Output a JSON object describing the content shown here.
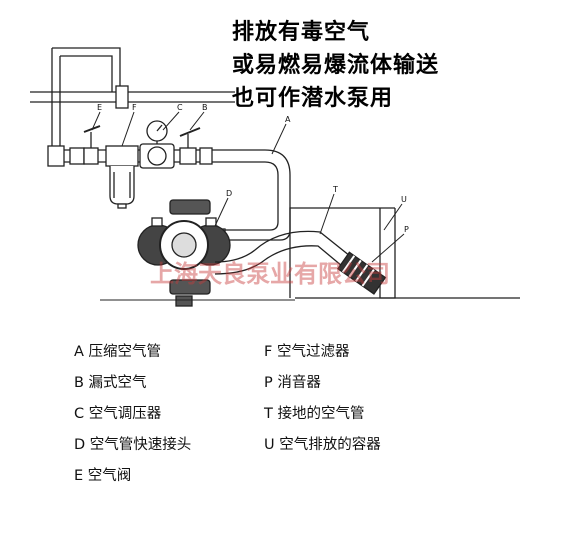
{
  "headline": {
    "line1": "排放有毒空气",
    "line2": "或易燃易爆流体输送",
    "line3": "也可作潜水泵用"
  },
  "callouts": {
    "A": "A",
    "B": "B",
    "C": "C",
    "D": "D",
    "E": "E",
    "F": "F",
    "P": "P",
    "T": "T",
    "U": "U"
  },
  "watermark": "上海天良泵业有限公司",
  "legend": {
    "left": [
      "A 压缩空气管",
      "B 漏式空气",
      "C 空气调压器",
      "D 空气管快速接头",
      "E 空气阀"
    ],
    "right": [
      "F 空气过滤器",
      "P 消音器",
      "T 接地的空气管",
      "U  空气排放的容器"
    ]
  },
  "colors": {
    "line": "#222222",
    "pipe_fill": "#ffffff",
    "pump_dark": "#3a3a3a",
    "watermark": "#c83c3c"
  }
}
